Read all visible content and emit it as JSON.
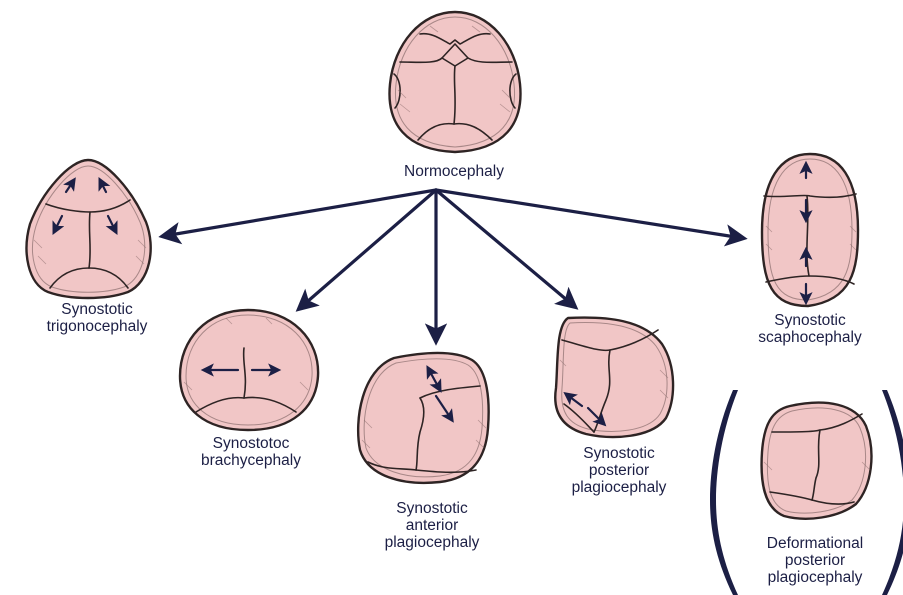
{
  "diagram": {
    "root": {
      "label_lines": [
        "Normocephaly"
      ]
    },
    "variants": [
      {
        "id": "trigonocephaly",
        "label_lines": [
          "Synostotic",
          "trigonocephaly"
        ]
      },
      {
        "id": "brachycephaly",
        "label_lines": [
          "Synostotoc",
          "brachycephaly"
        ]
      },
      {
        "id": "anterior-plagiocephaly",
        "label_lines": [
          "Synostotic",
          "anterior",
          "plagiocephaly"
        ]
      },
      {
        "id": "posterior-plagiocephaly",
        "label_lines": [
          "Synostotic",
          "posterior",
          "plagiocephaly"
        ]
      },
      {
        "id": "scaphocephaly",
        "label_lines": [
          "Synostotic",
          "scaphocephaly"
        ]
      },
      {
        "id": "deformational-posterior-plagiocephaly",
        "label_lines": [
          "Deformational",
          "posterior",
          "plagiocephaly"
        ]
      }
    ]
  },
  "colors": {
    "skull_fill": "#f1c6c6",
    "outline": "#2e2424",
    "arrow": "#1c1f45",
    "label": "#1c1f45"
  }
}
